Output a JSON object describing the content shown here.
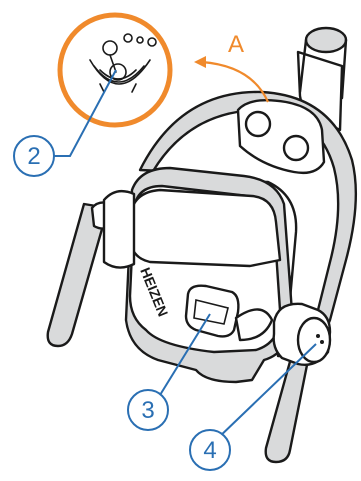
{
  "diagram": {
    "detail_label": "A",
    "callouts": [
      {
        "label": "2"
      },
      {
        "label": "3"
      },
      {
        "label": "4"
      }
    ],
    "device_brand": "HEIZEN"
  },
  "colors": {
    "detail_ring": "#f08a2c",
    "callout": "#2a6fb3",
    "outline": "#1a1a1a",
    "shadow": "#d9dadb"
  },
  "icons": [
    "joystick-icon",
    "gear-icon",
    "tilt-arrow-icon"
  ]
}
